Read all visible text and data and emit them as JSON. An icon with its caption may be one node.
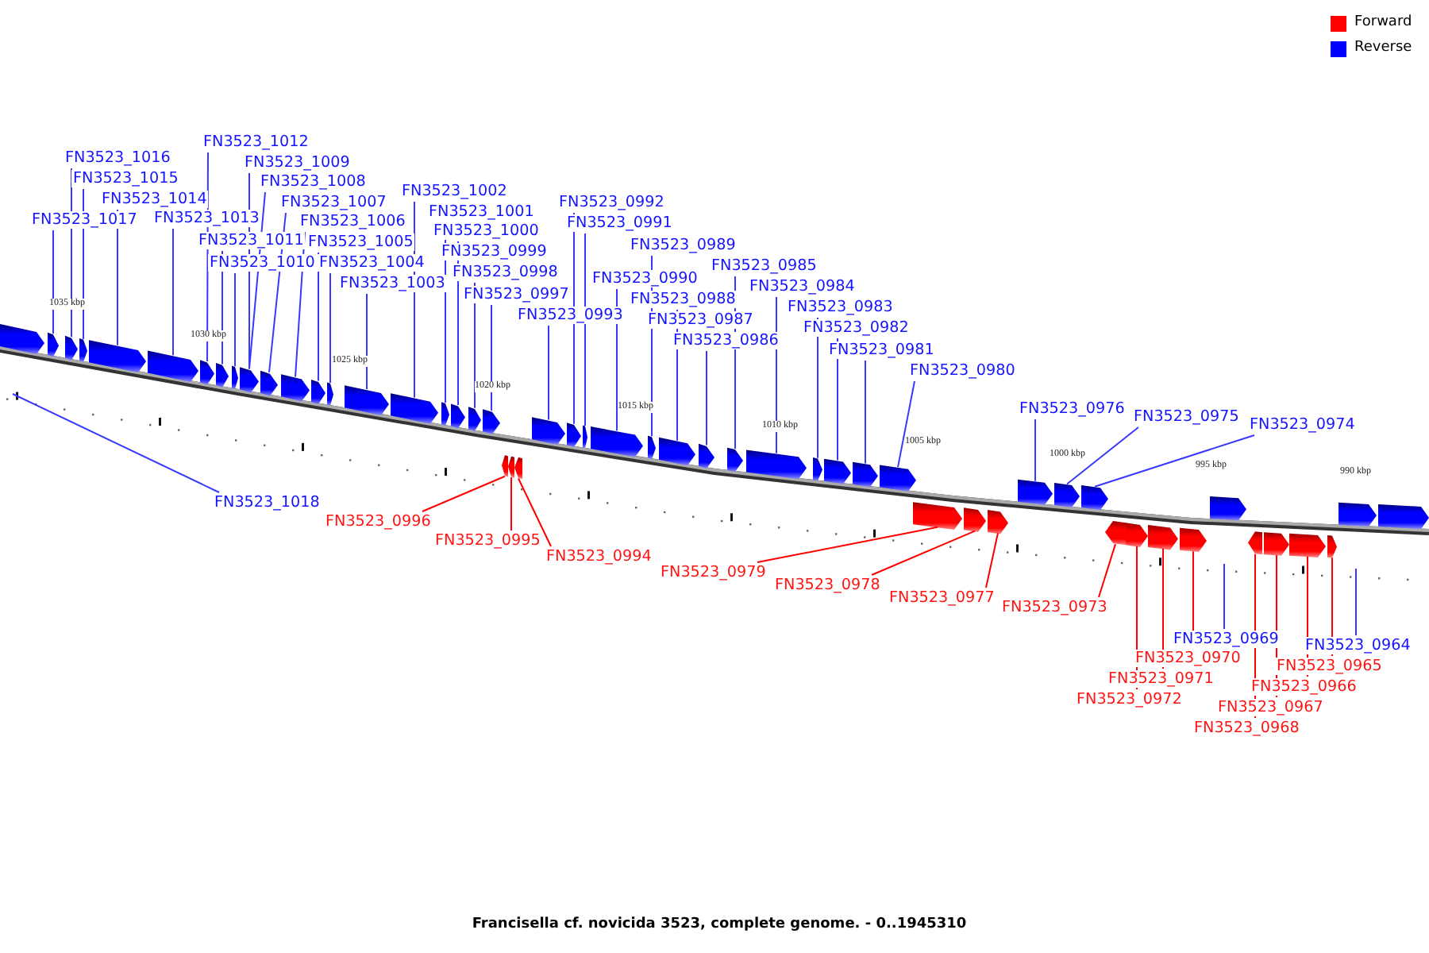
{
  "diagram": {
    "caption": "Francisella cf. novicida 3523, complete genome. - 0..1945310",
    "nodes": [
      {
        "text": [
          "FN3523_1012"
        ]
      },
      {
        "text": [
          "FN3523_1016"
        ]
      },
      {
        "text": [
          "FN3523_1009"
        ]
      },
      {
        "text": [
          "FN3523_1015"
        ]
      },
      {
        "text": [
          "FN3523_1008"
        ]
      },
      {
        "text": [
          "FN3523_1002"
        ]
      },
      {
        "text": [
          "FN3523_1014"
        ]
      },
      {
        "text": [
          "FN3523_0992"
        ]
      },
      {
        "text": [
          "FN3523_1007"
        ]
      },
      {
        "text": [
          "FN3523_1001"
        ]
      },
      {
        "text": [
          "FN3523_1013"
        ]
      },
      {
        "text": [
          "FN3523_1017"
        ]
      },
      {
        "text": [
          "FN3523_1006"
        ]
      },
      {
        "text": [
          "FN3523_0991"
        ]
      },
      {
        "text": [
          "FN3523_1000"
        ]
      },
      {
        "text": [
          "FN3523_1011"
        ]
      },
      {
        "text": [
          "FN3523_1005"
        ]
      },
      {
        "text": [
          "FN3523_0989"
        ]
      },
      {
        "text": [
          "FN3523_0999"
        ]
      },
      {
        "text": [
          "FN3523_1010"
        ]
      },
      {
        "text": [
          "FN3523_1004"
        ]
      },
      {
        "text": [
          "FN3523_0985"
        ]
      },
      {
        "text": [
          "FN3523_0998"
        ]
      },
      {
        "text": [
          "FN3523_0990"
        ]
      },
      {
        "text": [
          "FN3523_1003"
        ]
      },
      {
        "text": [
          "FN3523_0984"
        ]
      },
      {
        "text": [
          "FN3523_0997"
        ]
      },
      {
        "text": [
          "FN3523_0988"
        ]
      },
      {
        "text": [
          "FN3523_0983"
        ]
      },
      {
        "text": [
          "FN3523_0993"
        ]
      },
      {
        "text": [
          "FN3523_0987"
        ]
      },
      {
        "text": [
          "FN3523_0982"
        ]
      },
      {
        "text": [
          "FN3523_0986"
        ]
      },
      {
        "text": [
          "FN3523_0981"
        ]
      },
      {
        "text": [
          "FN3523_0980"
        ]
      },
      {
        "text": [
          "FN3523_0976"
        ]
      },
      {
        "text": [
          "FN3523_0975"
        ]
      },
      {
        "text": [
          "FN3523_0974"
        ]
      },
      {
        "text": [
          "FN3523_1018"
        ]
      },
      {
        "text": [
          "FN3523_0996"
        ]
      },
      {
        "text": [
          "FN3523_0995"
        ]
      },
      {
        "text": [
          "FN3523_0994"
        ]
      },
      {
        "text": [
          "FN3523_0979"
        ]
      },
      {
        "text": [
          "FN3523_0978"
        ]
      },
      {
        "text": [
          "FN3523_0977"
        ]
      },
      {
        "text": [
          "FN3523_0973"
        ]
      },
      {
        "text": [
          "FN3523_0969"
        ]
      },
      {
        "text": [
          "FN3523_0964"
        ]
      },
      {
        "text": [
          "FN3523_0970"
        ]
      },
      {
        "text": [
          "FN3523_0965"
        ]
      },
      {
        "text": [
          "FN3523_0971"
        ]
      },
      {
        "text": [
          "FN3523_0966"
        ]
      },
      {
        "text": [
          "FN3523_0972"
        ]
      },
      {
        "text": [
          "FN3523_0967"
        ]
      },
      {
        "text": [
          "FN3523_0968"
        ]
      },
      {
        "text": [],
        "shape": "arrow"
      },
      {
        "text": [],
        "shape": "arrow"
      },
      {
        "text": [],
        "shape": "arrow"
      },
      {
        "text": [],
        "shape": "arrow"
      },
      {
        "text": [],
        "shape": "arrow"
      },
      {
        "text": [],
        "shape": "arrow"
      },
      {
        "text": [],
        "shape": "arrow"
      },
      {
        "text": [],
        "shape": "arrow"
      },
      {
        "text": [],
        "shape": "arrow"
      },
      {
        "text": [],
        "shape": "arrow"
      },
      {
        "text": [],
        "shape": "arrow"
      },
      {
        "text": [],
        "shape": "arrow"
      },
      {
        "text": [],
        "shape": "arrow"
      },
      {
        "text": [],
        "shape": "arrow"
      },
      {
        "text": [],
        "shape": "arrow"
      },
      {
        "text": [],
        "shape": "arrow"
      },
      {
        "text": [],
        "shape": "arrow"
      },
      {
        "text": [],
        "shape": "arrow"
      },
      {
        "text": [],
        "shape": "arrow"
      },
      {
        "text": [],
        "shape": "arrow"
      },
      {
        "text": [],
        "shape": "arrow"
      },
      {
        "text": [],
        "shape": "arrow"
      },
      {
        "text": [],
        "shape": "arrow"
      },
      {
        "text": [],
        "shape": "arrow"
      },
      {
        "text": [],
        "shape": "arrow"
      },
      {
        "text": [],
        "shape": "arrow"
      },
      {
        "text": [],
        "shape": "arrow"
      },
      {
        "text": [],
        "shape": "arrow"
      },
      {
        "text": [],
        "shape": "arrow"
      },
      {
        "text": [],
        "shape": "arrow"
      },
      {
        "text": [],
        "shape": "arrow"
      },
      {
        "text": [],
        "shape": "arrow"
      },
      {
        "text": [],
        "shape": "arrow"
      },
      {
        "text": [],
        "shape": "arrow"
      },
      {
        "text": [],
        "shape": "arrow"
      },
      {
        "text": [],
        "shape": "arrow"
      },
      {
        "text": [],
        "shape": "arrow"
      },
      {
        "text": [],
        "shape": "arrow"
      },
      {
        "text": [],
        "shape": "arrow"
      },
      {
        "text": [],
        "shape": "arrow"
      },
      {
        "text": [],
        "shape": "arrow"
      },
      {
        "text": [],
        "shape": "arrow"
      },
      {
        "text": [],
        "shape": "arrow"
      },
      {
        "text": [],
        "shape": "arrow"
      },
      {
        "text": [],
        "shape": "arrow"
      },
      {
        "text": [],
        "shape": "arrow"
      },
      {
        "text": [],
        "shape": "arrow"
      },
      {
        "text": [],
        "shape": "arrow"
      },
      {
        "text": [],
        "shape": "arrow"
      },
      {
        "text": [],
        "shape": "arrow"
      },
      {
        "text": [],
        "shape": "arrow"
      },
      {
        "text": [],
        "shape": "arrow"
      },
      {
        "text": [],
        "shape": "arrow"
      }
    ],
    "edges": [
      {
        "from": 0,
        "to": 61,
        "arrow": "none"
      },
      {
        "from": 1,
        "to": 57,
        "arrow": "none"
      },
      {
        "from": 2,
        "to": 64,
        "arrow": "none"
      },
      {
        "from": 3,
        "to": 58,
        "arrow": "none"
      },
      {
        "from": 4,
        "to": 64,
        "arrow": "none"
      },
      {
        "from": 5,
        "to": 70,
        "arrow": "none"
      },
      {
        "from": 6,
        "to": 59,
        "arrow": "none"
      },
      {
        "from": 7,
        "to": 76,
        "arrow": "none"
      },
      {
        "from": 8,
        "to": 65,
        "arrow": "none"
      },
      {
        "from": 9,
        "to": 71,
        "arrow": "none"
      },
      {
        "from": 10,
        "to": 60,
        "arrow": "none"
      },
      {
        "from": 11,
        "to": 56,
        "arrow": "none"
      },
      {
        "from": 12,
        "to": 66,
        "arrow": "none"
      },
      {
        "from": 13,
        "to": 77,
        "arrow": "none"
      },
      {
        "from": 14,
        "to": 72,
        "arrow": "none"
      },
      {
        "from": 15,
        "to": 62,
        "arrow": "none"
      },
      {
        "from": 16,
        "to": 67,
        "arrow": "none"
      },
      {
        "from": 17,
        "to": 79,
        "arrow": "none"
      },
      {
        "from": 18,
        "to": 72,
        "arrow": "none"
      },
      {
        "from": 19,
        "to": 63,
        "arrow": "none"
      },
      {
        "from": 20,
        "to": 68,
        "arrow": "none"
      },
      {
        "from": 21,
        "to": 82,
        "arrow": "none"
      },
      {
        "from": 22,
        "to": 73,
        "arrow": "none"
      },
      {
        "from": 23,
        "to": 78,
        "arrow": "none"
      },
      {
        "from": 24,
        "to": 69,
        "arrow": "none"
      },
      {
        "from": 25,
        "to": 83,
        "arrow": "none"
      },
      {
        "from": 26,
        "to": 74,
        "arrow": "none"
      },
      {
        "from": 27,
        "to": 80,
        "arrow": "none"
      },
      {
        "from": 28,
        "to": 84,
        "arrow": "none"
      },
      {
        "from": 29,
        "to": 75,
        "arrow": "none"
      },
      {
        "from": 30,
        "to": 80,
        "arrow": "none"
      },
      {
        "from": 31,
        "to": 85,
        "arrow": "none"
      },
      {
        "from": 32,
        "to": 81,
        "arrow": "none"
      },
      {
        "from": 33,
        "to": 86,
        "arrow": "none"
      },
      {
        "from": 34,
        "to": 87,
        "arrow": "none"
      },
      {
        "from": 35,
        "to": 88,
        "arrow": "none"
      },
      {
        "from": 36,
        "to": 89,
        "arrow": "none"
      },
      {
        "from": 37,
        "to": 90,
        "arrow": "none"
      },
      {
        "from": 38,
        "to": null,
        "arrow": "none"
      },
      {
        "from": 39,
        "to": 94,
        "arrow": "none",
        "color": "#ff0000"
      },
      {
        "from": 40,
        "to": 95,
        "arrow": "none",
        "color": "#ff0000"
      },
      {
        "from": 41,
        "to": 96,
        "arrow": "none",
        "color": "#ff0000"
      },
      {
        "from": 42,
        "to": 97,
        "arrow": "none",
        "color": "#ff0000"
      },
      {
        "from": 43,
        "to": 98,
        "arrow": "none",
        "color": "#ff0000"
      },
      {
        "from": 44,
        "to": 99,
        "arrow": "none",
        "color": "#ff0000"
      },
      {
        "from": 45,
        "to": 100,
        "arrow": "none",
        "color": "#ff0000"
      },
      {
        "from": 46,
        "to": null,
        "arrow": "none"
      },
      {
        "from": 47,
        "to": null,
        "arrow": "none"
      },
      {
        "from": 48,
        "to": 103,
        "arrow": "none",
        "color": "#ff0000"
      },
      {
        "from": 49,
        "to": 107,
        "arrow": "none",
        "color": "#ff0000"
      },
      {
        "from": 50,
        "to": 102,
        "arrow": "none",
        "color": "#ff0000"
      },
      {
        "from": 51,
        "to": 106,
        "arrow": "none",
        "color": "#ff0000"
      },
      {
        "from": 52,
        "to": 101,
        "arrow": "none",
        "color": "#ff0000"
      },
      {
        "from": 53,
        "to": 105,
        "arrow": "none",
        "color": "#ff0000"
      },
      {
        "from": 54,
        "to": 104,
        "arrow": "none",
        "color": "#ff0000"
      }
    ],
    "labels": [
      "1035 kbp",
      "1030 kbp",
      "1025 kbp",
      "1020 kbp",
      "1015 kbp",
      "1010 kbp",
      "1005 kbp",
      "1000 kbp",
      "995 kbp",
      "990 kbp"
    ],
    "legend": [
      {
        "text": "Forward",
        "color": "#ff0000"
      },
      {
        "text": "Reverse",
        "color": "#0000ff"
      }
    ]
  }
}
